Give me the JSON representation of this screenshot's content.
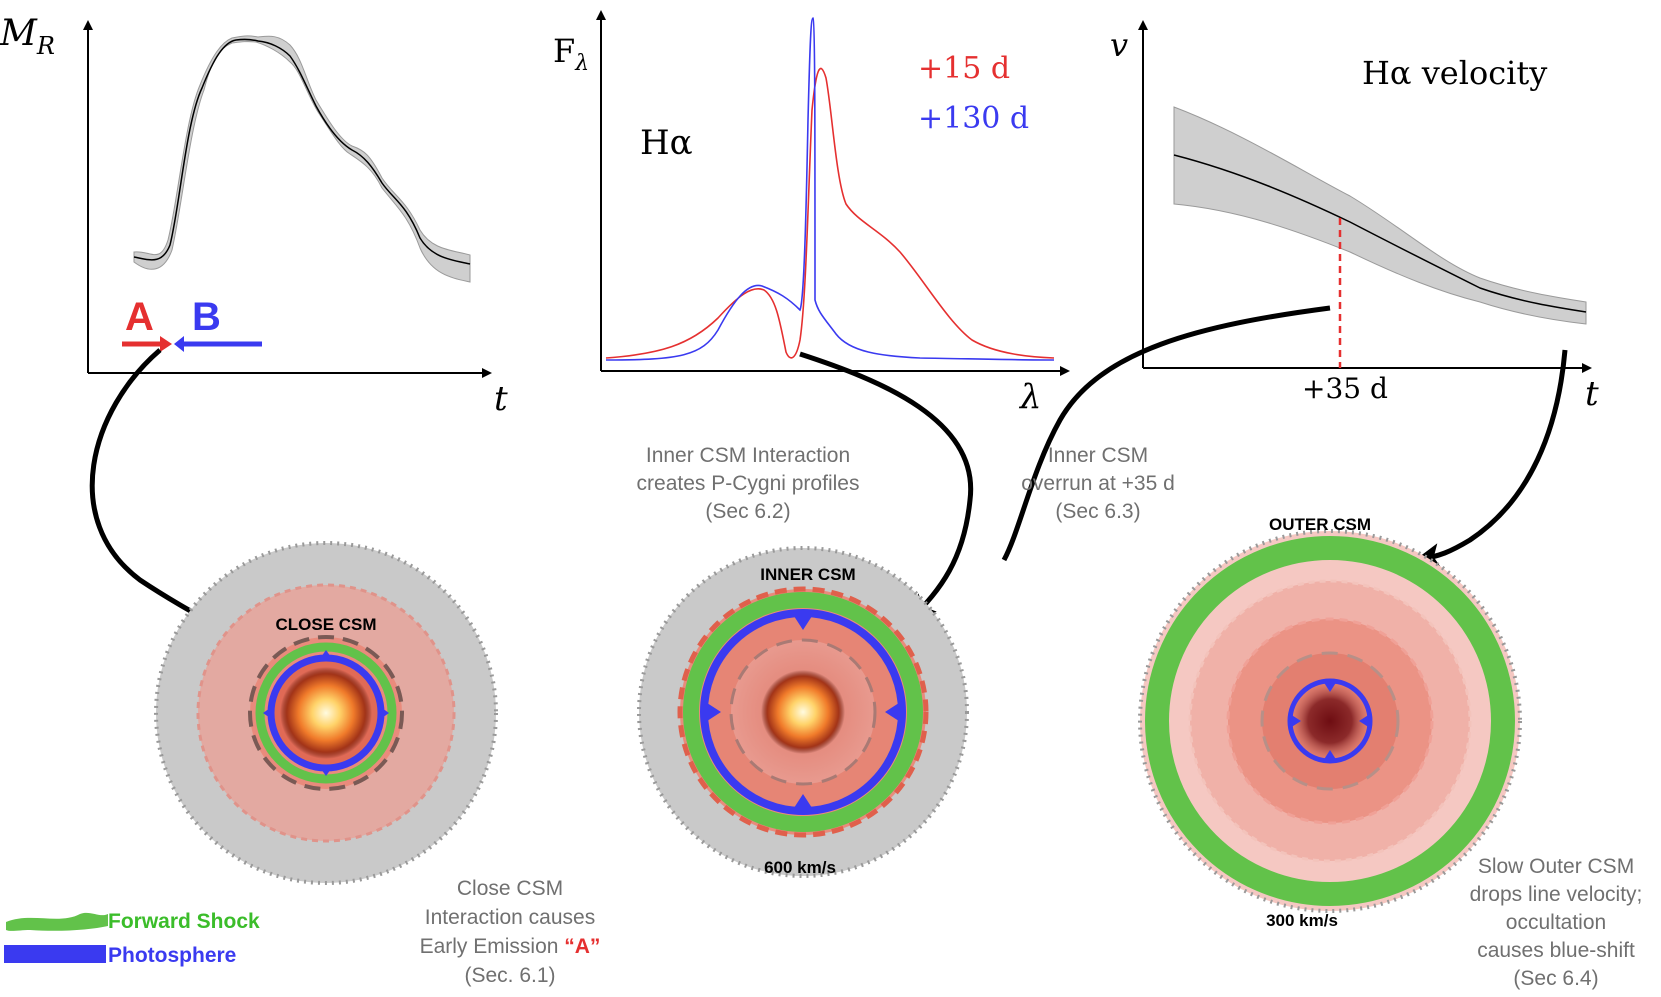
{
  "panel_lightcurve": {
    "y_label": "M",
    "y_label_sub": "R",
    "x_label": "t",
    "marker_a": "A",
    "marker_b": "B"
  },
  "panel_spectrum": {
    "y_label": "F",
    "y_label_sub": "λ",
    "x_label": "λ",
    "line_label": "Hα",
    "legend_red": "+15 d",
    "legend_blue": "+130 d"
  },
  "panel_velocity": {
    "y_label": "v",
    "x_label": "t",
    "title": "Hα velocity",
    "marker_label": "+35 d"
  },
  "notes": {
    "inner": [
      "Inner CSM Interaction",
      "creates P-Cygni profiles",
      "(Sec 6.2)"
    ],
    "overrun": [
      "Inner CSM",
      "overrun at +35 d",
      "(Sec 6.3)"
    ],
    "close_prefix": [
      "Close CSM",
      "Interaction causes"
    ],
    "close_emission": "Early Emission ",
    "close_a": "“A”",
    "close_sec": "(Sec. 6.1)",
    "outer": [
      "Slow Outer CSM",
      "drops line velocity;",
      "occultation",
      "causes blue-shift",
      "(Sec 6.4)"
    ]
  },
  "diagrams": {
    "close_title": "CLOSE CSM",
    "inner_title": "INNER CSM",
    "inner_speed": "600 km/s",
    "outer_title": "OUTER CSM",
    "outer_speed": "300 km/s"
  },
  "legend": {
    "forward_shock": "Forward Shock",
    "photosphere": "Photosphere"
  },
  "colors": {
    "red": "#e53030",
    "blue": "#3a3af0",
    "green": "#62c24a",
    "csm_gray": "#c9c9c9",
    "csm_pink": "#eba7a0",
    "note_gray": "#707070"
  }
}
